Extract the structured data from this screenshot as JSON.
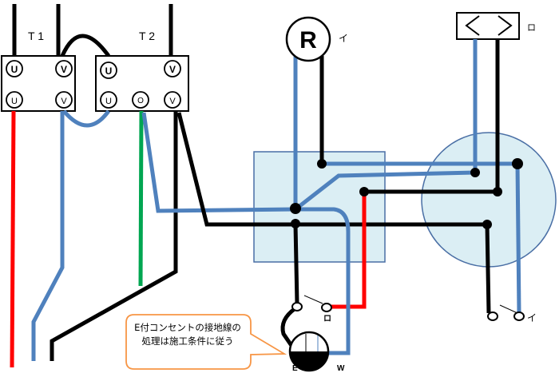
{
  "colors": {
    "black_wire": "#000000",
    "white_wire": "#4f81bd",
    "red_wire": "#ff0000",
    "green_wire": "#00a651",
    "box_fill": "#dbeef4",
    "box_stroke": "#4a6fa5",
    "callout_stroke": "#f79646"
  },
  "transformers": [
    {
      "label": "T 1",
      "top_terminals": [
        "U",
        "V"
      ],
      "bottom_terminals": [
        "U",
        "V"
      ]
    },
    {
      "label": "T 2",
      "top_terminals": [
        "U",
        "V"
      ],
      "bottom_terminals": [
        "U",
        "O",
        "V"
      ]
    }
  ],
  "lamp": {
    "symbol": "R",
    "tag": "イ"
  },
  "fluorescent": {
    "tag": "ロ"
  },
  "switches": [
    {
      "tag": "ロ"
    },
    {
      "tag": "イ"
    }
  ],
  "outlet": {
    "left_label": "E",
    "right_label": "W"
  },
  "callout": {
    "line1": "E付コンセントの接地線の",
    "line2": "処理は施工条件に従う"
  }
}
